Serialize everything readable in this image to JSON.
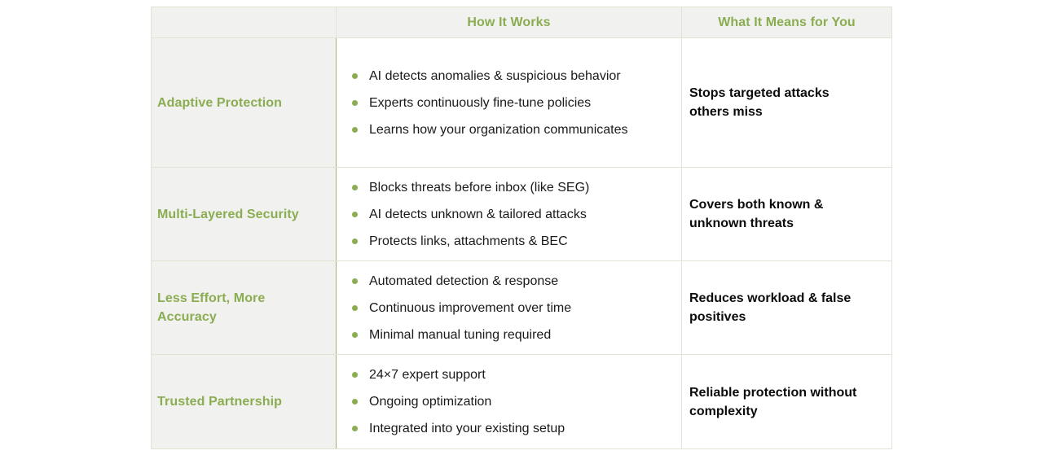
{
  "table": {
    "headers": [
      "",
      "How It Works",
      "What It Means for You"
    ],
    "rows": [
      {
        "feature": "Adaptive Protection",
        "how_it_works": [
          "AI detects anomalies & suspicious behavior",
          "Experts continuously fine-tune policies",
          "Learns how your organization communicates"
        ],
        "benefit": "Stops targeted attacks others miss"
      },
      {
        "feature": "Multi-Layered Security",
        "how_it_works": [
          "Blocks threats before inbox (like SEG)",
          "AI detects unknown & tailored attacks",
          "Protects links, attachments & BEC"
        ],
        "benefit": "Covers both known & unknown threats"
      },
      {
        "feature": "Less Effort, More Accuracy",
        "how_it_works": [
          "Automated detection & response",
          "Continuous improvement over time",
          "Minimal manual tuning required"
        ],
        "benefit": "Reduces workload & false positives"
      },
      {
        "feature": "Trusted Partnership",
        "how_it_works": [
          "24×7 expert support",
          "Ongoing optimization",
          "Integrated into your existing setup"
        ],
        "benefit": "Reliable protection without complexity"
      }
    ]
  },
  "colors": {
    "accent_green": "#8bad52",
    "header_bg": "#f1f1ef",
    "feature_cell_bg": "#f1f1ef",
    "cell_bg": "#ffffff",
    "border_outer": "#c6cb9f",
    "border_inner": "#e2e3d5",
    "border_feature_divider": "#a6b072",
    "bullet_text": "#1a1a1a",
    "benefit_text": "#0b0b0b"
  }
}
